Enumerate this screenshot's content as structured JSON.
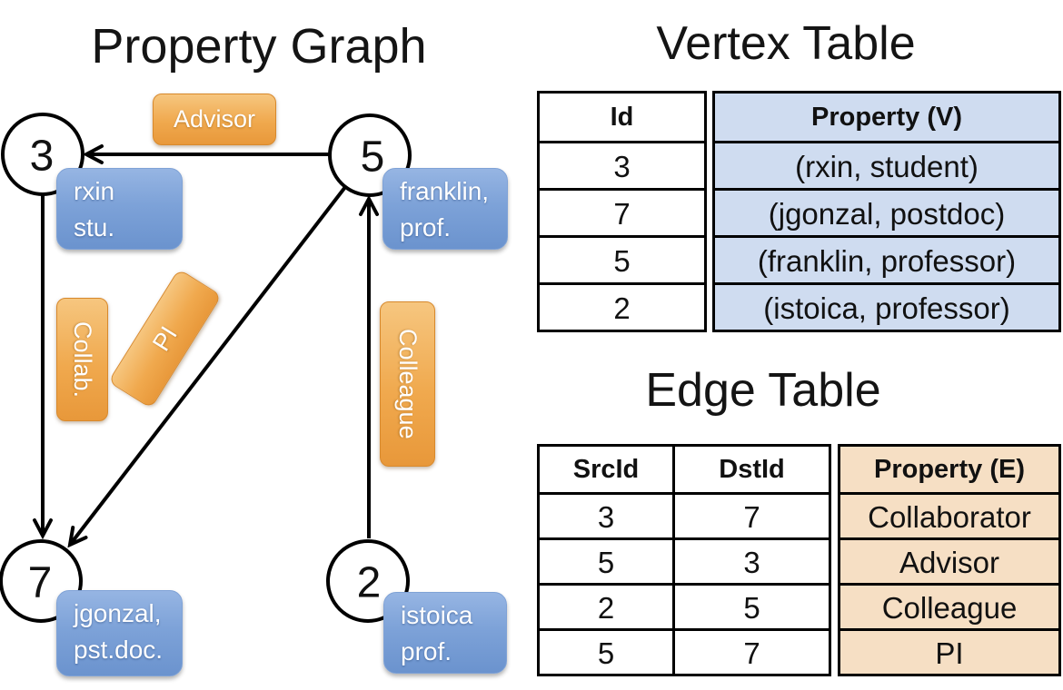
{
  "graph": {
    "title": "Property Graph",
    "nodes": [
      {
        "id": "3"
      },
      {
        "id": "5"
      },
      {
        "id": "7"
      },
      {
        "id": "2"
      }
    ],
    "vertex_boxes": [
      {
        "line1": "rxin",
        "line2": "stu."
      },
      {
        "line1": "franklin,",
        "line2": "prof."
      },
      {
        "line1": "jgonzal,",
        "line2": "pst.doc."
      },
      {
        "line1": "istoica",
        "line2": "prof."
      }
    ],
    "edge_labels": [
      {
        "label": "Advisor"
      },
      {
        "label": "Collab."
      },
      {
        "label": "PI"
      },
      {
        "label": "Colleague"
      }
    ]
  },
  "vertex_table": {
    "title": "Vertex Table",
    "columns": [
      "Id",
      "Property (V)"
    ],
    "rows": [
      {
        "id": "3",
        "property": "(rxin, student)"
      },
      {
        "id": "7",
        "property": "(jgonzal, postdoc)"
      },
      {
        "id": "5",
        "property": "(franklin, professor)"
      },
      {
        "id": "2",
        "property": "(istoica, professor)"
      }
    ]
  },
  "edge_table": {
    "title": "Edge Table",
    "columns": [
      "SrcId",
      "DstId",
      "Property (E)"
    ],
    "rows": [
      {
        "src": "3",
        "dst": "7",
        "property": "Collaborator"
      },
      {
        "src": "5",
        "dst": "3",
        "property": "Advisor"
      },
      {
        "src": "2",
        "dst": "5",
        "property": "Colleague"
      },
      {
        "src": "5",
        "dst": "7",
        "property": "PI"
      }
    ]
  },
  "colors": {
    "edge_pill_top": "#f6c67f",
    "edge_pill_bottom": "#e8983a",
    "vertex_box_top": "#96b5e3",
    "vertex_box_bottom": "#6b93ce",
    "vertex_table_property_bg": "#cfdcf0",
    "edge_table_property_bg": "#f6dfc4",
    "table_border": "#000000",
    "graph_stroke": "#000000"
  }
}
